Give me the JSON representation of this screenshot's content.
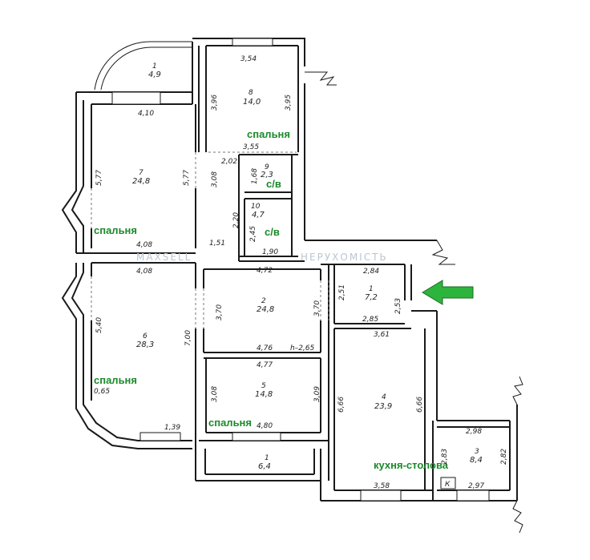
{
  "watermark": {
    "left": "MAXSELL",
    "right": "НЕРУХОМІСТЬ"
  },
  "rooms": [
    {
      "id": "1",
      "num": "1",
      "area": "4,9"
    },
    {
      "id": "8",
      "num": "8",
      "area": "14,0",
      "label": "спальня"
    },
    {
      "id": "7",
      "num": "7",
      "area": "24,8",
      "label": "спальня"
    },
    {
      "id": "9",
      "num": "9",
      "area": "2,3",
      "label": "с/в"
    },
    {
      "id": "10",
      "num": "10",
      "area": "4,7",
      "label": "с/в"
    },
    {
      "id": "hall1",
      "num": "1",
      "area": "7,2"
    },
    {
      "id": "2",
      "num": "2",
      "area": "24,8"
    },
    {
      "id": "6",
      "num": "6",
      "area": "28,3",
      "label": "спальня"
    },
    {
      "id": "5",
      "num": "5",
      "area": "14,8",
      "label": "спальня"
    },
    {
      "id": "4",
      "num": "4",
      "area": "23,9",
      "label": "кухня-столова"
    },
    {
      "id": "3",
      "num": "3",
      "area": "8,4"
    },
    {
      "id": "balc",
      "num": "1",
      "area": "6,4"
    }
  ],
  "dimensions": {
    "d354": "3,54",
    "d396": "3,96",
    "d395": "3,95",
    "d355": "3,55",
    "d410": "4,10",
    "d577a": "5,77",
    "d577b": "5,77",
    "d408a": "4,08",
    "d202": "2,02",
    "d308a": "3,08",
    "d168": "1,68",
    "d220": "2,20",
    "d245": "2,45",
    "d151": "1,51",
    "d190": "1,90",
    "d408b": "4,08",
    "d472": "4,72",
    "d284": "2,84",
    "d251": "2,51",
    "d253": "2,53",
    "d370a": "3,70",
    "d370b": "3,70",
    "d285": "2,85",
    "d540": "5,40",
    "d700": "7,00",
    "d476": "4,76",
    "h265": "h–2,65",
    "d361": "3,61",
    "d477": "4,77",
    "d065": "0,65",
    "d308b": "3,08",
    "d309": "3,09",
    "d666a": "6,66",
    "d666b": "6,66",
    "d139": "1,39",
    "d480": "4,80",
    "d298": "2,98",
    "d283": "2,83",
    "d282": "2,82",
    "d358": "3,58",
    "d297": "2,97"
  },
  "marker": {
    "k": "К"
  },
  "arrow": {
    "color": "#2db43c",
    "direction": "left"
  },
  "colors": {
    "label": "#1a8a2a",
    "wall": "#1a1a1a",
    "watermark": "#b9c6d2"
  }
}
